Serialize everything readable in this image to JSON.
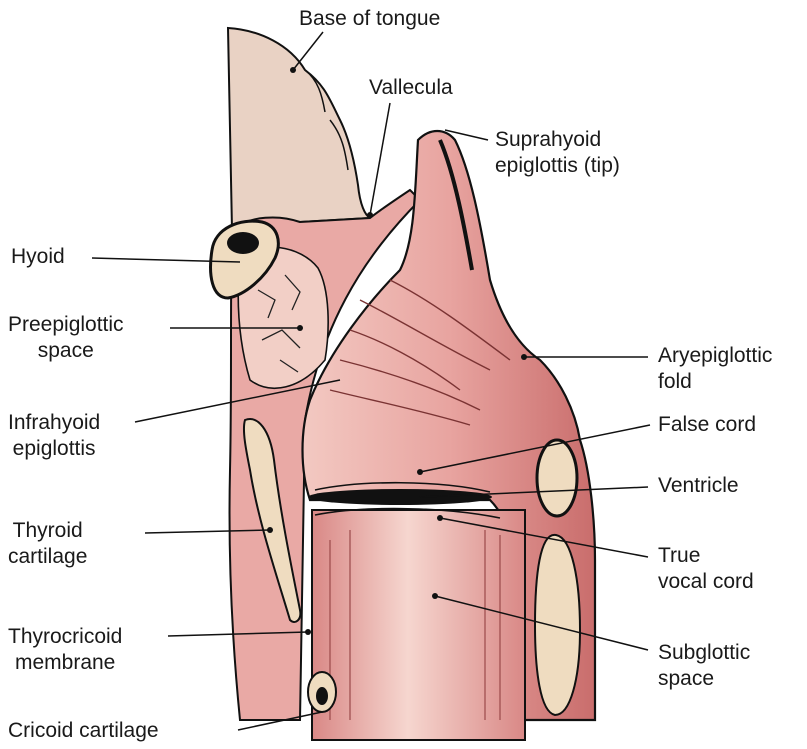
{
  "labels": {
    "base_of_tongue": "Base of tongue",
    "vallecula": "Vallecula",
    "suprahyoid_1": "Suprahyoid",
    "suprahyoid_2": "epiglottis (tip)",
    "hyoid": "Hyoid",
    "preepiglottic_1": "Preepiglottic",
    "preepiglottic_2": "space",
    "aryepiglottic_1": "Aryepiglottic",
    "aryepiglottic_2": "fold",
    "infrahyoid_1": "Infrahyoid",
    "infrahyoid_2": "epiglottis",
    "false_cord": "False cord",
    "ventricle": "Ventricle",
    "thyroid_1": "Thyroid",
    "thyroid_2": "cartilage",
    "true_cord_1": "True",
    "true_cord_2": "vocal cord",
    "thyrocricoid_1": "Thyrocricoid",
    "thyrocricoid_2": "membrane",
    "subglottic_1": "Subglottic",
    "subglottic_2": "space",
    "cricoid": "Cricoid cartilage"
  },
  "colors": {
    "tongue": "#e9d2c4",
    "mucosa": "#e8a8a4",
    "mucosa_light": "#f4cfc8",
    "mucosa_dark": "#c9706f",
    "cartilage": "#efdcc0",
    "outline": "#111111"
  }
}
